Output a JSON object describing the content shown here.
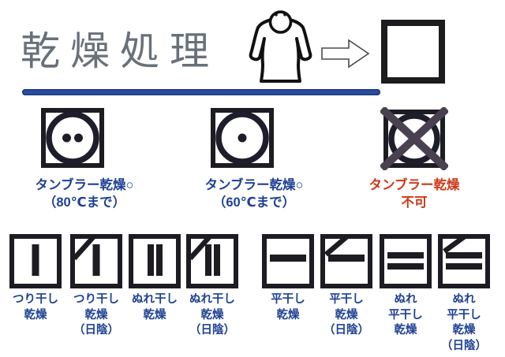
{
  "header": {
    "title": "乾燥処理",
    "title_color": "#68707a",
    "underline_color": "#2a4c9c",
    "icons": [
      {
        "name": "shirt-icon"
      },
      {
        "name": "arrow-right-icon"
      },
      {
        "name": "square-outline-icon"
      }
    ]
  },
  "colors": {
    "symbol_black": "#1c1c22",
    "label_blue": "#1e4094",
    "label_red": "#cc3817",
    "cross_dark": "#4a4150"
  },
  "tumble_row": {
    "items": [
      {
        "icon": "tumble-dry-two-dot-icon",
        "label": "タンブラー乾燥○\n（80℃まで）"
      },
      {
        "icon": "tumble-dry-one-dot-icon",
        "label": "タンブラー乾燥○\n（60℃まで）"
      },
      {
        "icon": "tumble-dry-crossed-icon",
        "label": "タンブラー乾燥\n不可"
      }
    ]
  },
  "dry_row": {
    "items": [
      {
        "icon": "hang-dry-icon",
        "label": "つり干し\n乾燥"
      },
      {
        "icon": "hang-dry-shade-icon",
        "label": "つり干し\n乾燥\n（日陰）"
      },
      {
        "icon": "wet-hang-dry-icon",
        "label": "ぬれ干し\n乾燥"
      },
      {
        "icon": "wet-hang-dry-shade-icon",
        "label": "ぬれ干し\n乾燥\n（日陰）"
      },
      {
        "icon": "flat-dry-icon",
        "label": "平干し\n乾燥"
      },
      {
        "icon": "flat-dry-shade-icon",
        "label": "平干し\n乾燥\n（日陰）"
      },
      {
        "icon": "wet-flat-dry-icon",
        "label": "ぬれ\n平干し\n乾燥"
      },
      {
        "icon": "wet-flat-dry-shade-icon",
        "label": "ぬれ\n平干し\n乾燥\n（日陰）"
      }
    ]
  }
}
